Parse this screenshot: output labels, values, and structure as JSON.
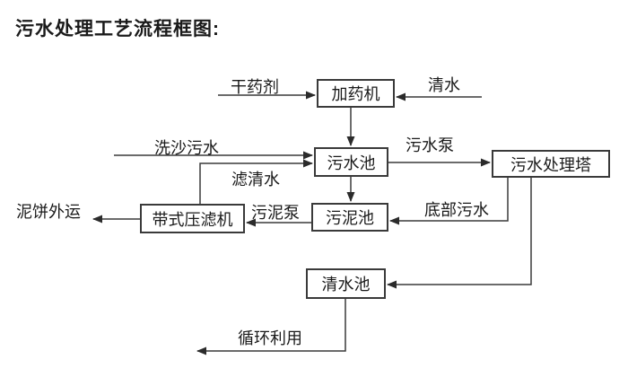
{
  "title": "污水处理工艺流程框图:",
  "colors": {
    "background": "#ffffff",
    "line": "#3a3a3a",
    "text": "#1a1a1a",
    "box_border": "#3a3a3a",
    "arrowhead": "#2b2b2b"
  },
  "nodes": {
    "dosing_machine": "加药机",
    "sewage_pool": "污水池",
    "treatment_tower": "污水处理塔",
    "sludge_pool": "污泥池",
    "belt_filter_press": "带式压滤机",
    "clean_water_pool": "清水池"
  },
  "edge_labels": {
    "dry_agent": "干药剂",
    "clean_water": "清水",
    "sand_washing_sewage": "洗沙污水",
    "sewage_pump": "污水泵",
    "filtered_water": "滤清水",
    "sludge_pump": "污泥泵",
    "bottom_sewage": "底部污水",
    "mud_cake_out": "泥饼外运",
    "recycle": "循环利用"
  }
}
